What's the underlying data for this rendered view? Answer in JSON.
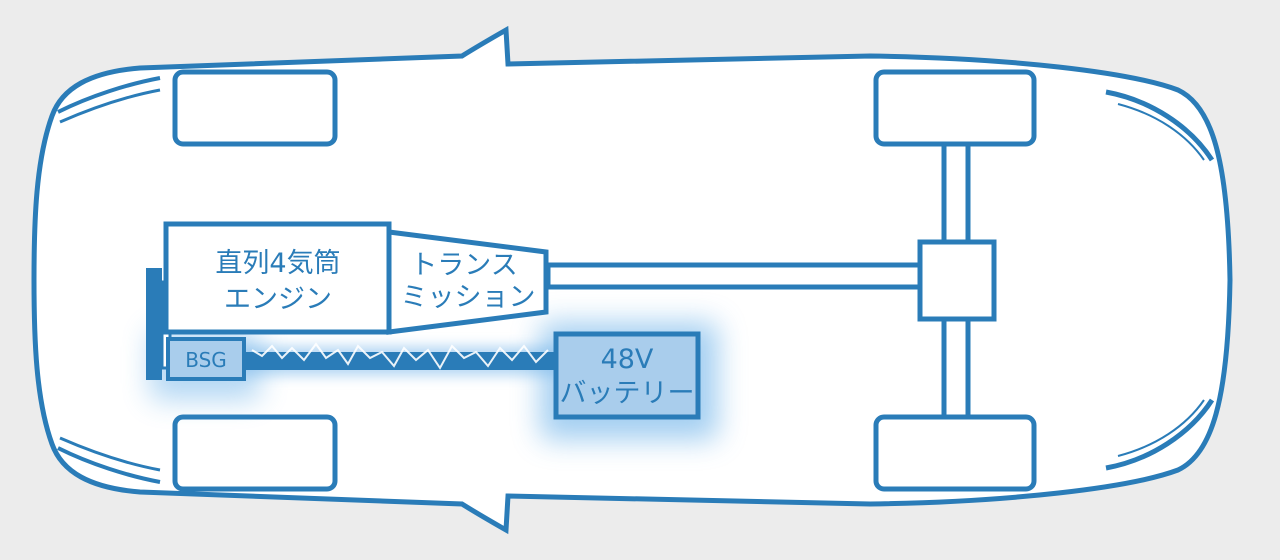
{
  "colors": {
    "outline": "#2a7cb8",
    "body_fill": "#ffffff",
    "background": "#ececec",
    "highlight": "#a9cdec",
    "glow": "#5aa8e6"
  },
  "labels": {
    "engine_line1": "直列4気筒",
    "engine_line2": "エンジン",
    "transmission_line1": "トランス",
    "transmission_line2": "ミッション",
    "bsg": "BSG",
    "battery_line1": "48V",
    "battery_line2": "バッテリー"
  }
}
